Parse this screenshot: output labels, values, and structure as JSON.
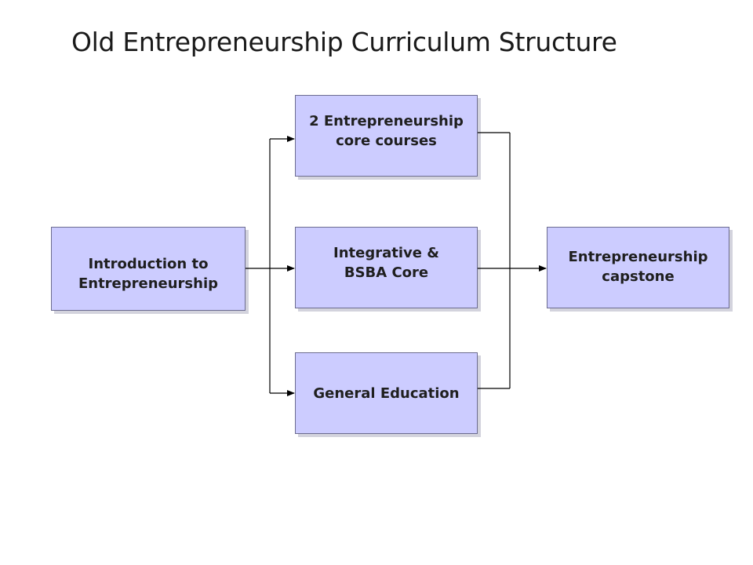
{
  "title": "Old Entrepreneurship Curriculum Structure",
  "nodes": {
    "intro": "Introduction to\nEntrepreneurship",
    "core": "2 Entrepreneurship\ncore courses",
    "integrative": "Integrative &\nBSBA Core",
    "gened": "General Education",
    "capstone": "Entrepreneurship\ncapstone"
  },
  "colors": {
    "box_fill": "#ccccff",
    "box_border": "#6b6b8f",
    "line": "#000000"
  }
}
